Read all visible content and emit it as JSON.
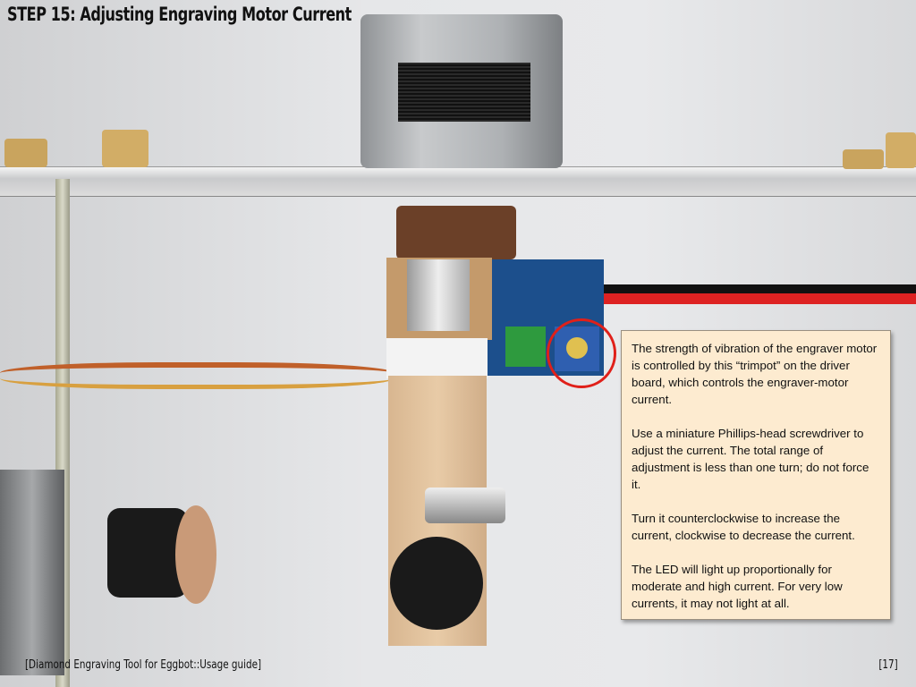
{
  "title": "STEP 15: Adjusting Engraving Motor Current",
  "note": {
    "paragraphs": [
      "The strength of vibration of the engraver motor is controlled by this “trimpot” on the driver board, which controls the engraver-motor current.",
      "Use a miniature Phillips-head screwdriver to adjust the current. The total range of adjustment is less than one turn; do not force it.",
      "Turn it counterclockwise to increase the current, clockwise to decrease the current.",
      "The LED will light up proportionally for moderate and high current.  For very low currents, it may not light at all."
    ]
  },
  "footer": {
    "left": "[Diamond Engraving Tool for Eggbot::Usage guide]",
    "right": "[17]"
  },
  "colors": {
    "highlight_circle": "#e0201a",
    "note_bg": "#fdebd0"
  }
}
